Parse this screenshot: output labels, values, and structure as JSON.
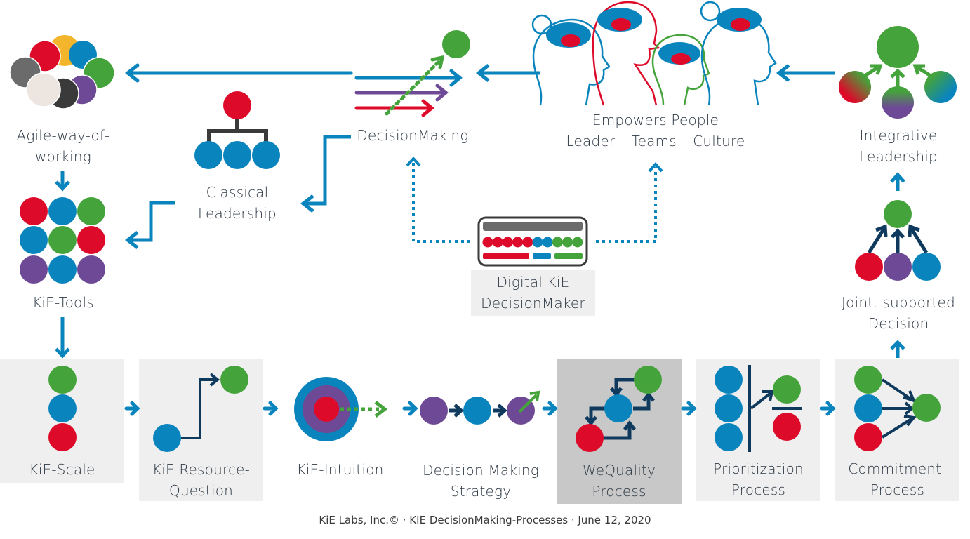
{
  "colors": {
    "blue": "#0a84bd",
    "green": "#45a33b",
    "red": "#dd0a2a",
    "purple": "#6e4a96",
    "yellow": "#f2b52b",
    "gray": "#6b6b6b",
    "dark": "#3a3a3a",
    "light": "#ede6e0",
    "navy": "#0f3a5e",
    "box": "#efefef",
    "box_dark": "#c8c8c8"
  },
  "top": {
    "agile": {
      "line1": "Agile-way-of-",
      "line2": "working"
    },
    "classical": {
      "line1": "Classical",
      "line2": "Leadership"
    },
    "decision_making": {
      "label": "DecisionMaking"
    },
    "empowers": {
      "line1": "Empowers People",
      "line2": "Leader – Teams – Culture"
    },
    "integrative": {
      "line1": "Integrative",
      "line2": "Leadership"
    }
  },
  "middle": {
    "kie_tools": {
      "label": "KiE-Tools"
    },
    "digital": {
      "line1": "Digital KiE",
      "line2": "DecisionMaker"
    },
    "joint": {
      "line1": "Joint. supported",
      "line2": "Decision"
    }
  },
  "process": [
    {
      "id": "kie-scale",
      "line1": "KiE-Scale",
      "line2": ""
    },
    {
      "id": "kie-resource-question",
      "line1": "KiE Resource-",
      "line2": "Question"
    },
    {
      "id": "kie-intuition",
      "line1": "KiE-Intuition",
      "line2": ""
    },
    {
      "id": "decision-making-strategy",
      "line1": "Decision Making",
      "line2": "Strategy"
    },
    {
      "id": "wequality-process",
      "line1": "WeQuality",
      "line2": "Process"
    },
    {
      "id": "prioritization-process",
      "line1": "Prioritization",
      "line2": "Process"
    },
    {
      "id": "commitment-process",
      "line1": "Commitment-",
      "line2": "Process"
    }
  ],
  "footer": {
    "text": "KiE Labs, Inc.© · KIE DecisionMaking-Processes · June 12, 2020"
  }
}
